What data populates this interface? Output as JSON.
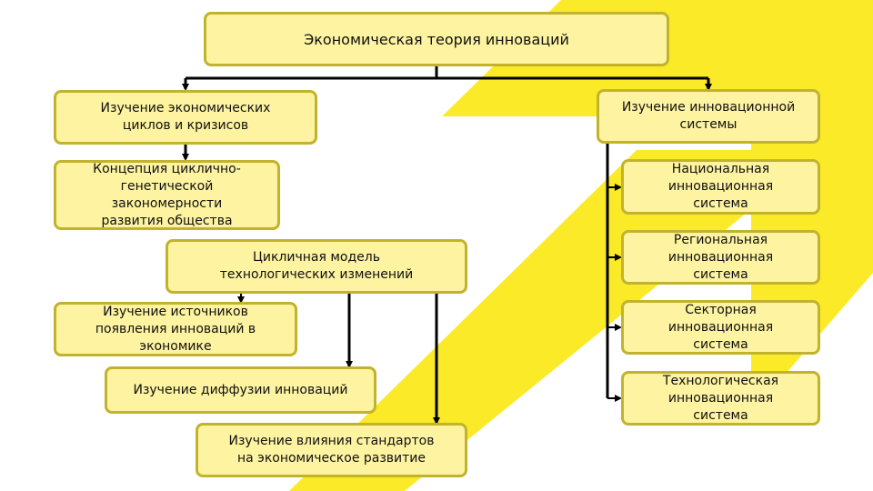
{
  "colors": {
    "box_fill": "#fdf3a0",
    "box_border": "#c2b32d",
    "background_accent": "#fbea28",
    "arrow": "#000000"
  },
  "root": {
    "label": "Экономическая теория инноваций"
  },
  "left_branch": {
    "head": "Изучение экономических\nциклов и кризисов",
    "concept": "Концепция циклично-\nгенетической\nзакономерности\nразвития общества",
    "model": "Цикличная модель\nтехнологических изменений",
    "sources": "Изучение источников\nпоявления инноваций в\nэкономике",
    "diffusion": "Изучение диффузии инноваций",
    "standards": "Изучение влияния стандартов\nна экономическое развитие"
  },
  "right_branch": {
    "head": "Изучение инновационной\nсистемы",
    "items": [
      "Национальная\nинновационная\nсистема",
      "Региональная\nинновационная\nсистема",
      "Секторная\nинновационная\nсистема",
      "Технологическая\nинновационная\nсистема"
    ]
  }
}
